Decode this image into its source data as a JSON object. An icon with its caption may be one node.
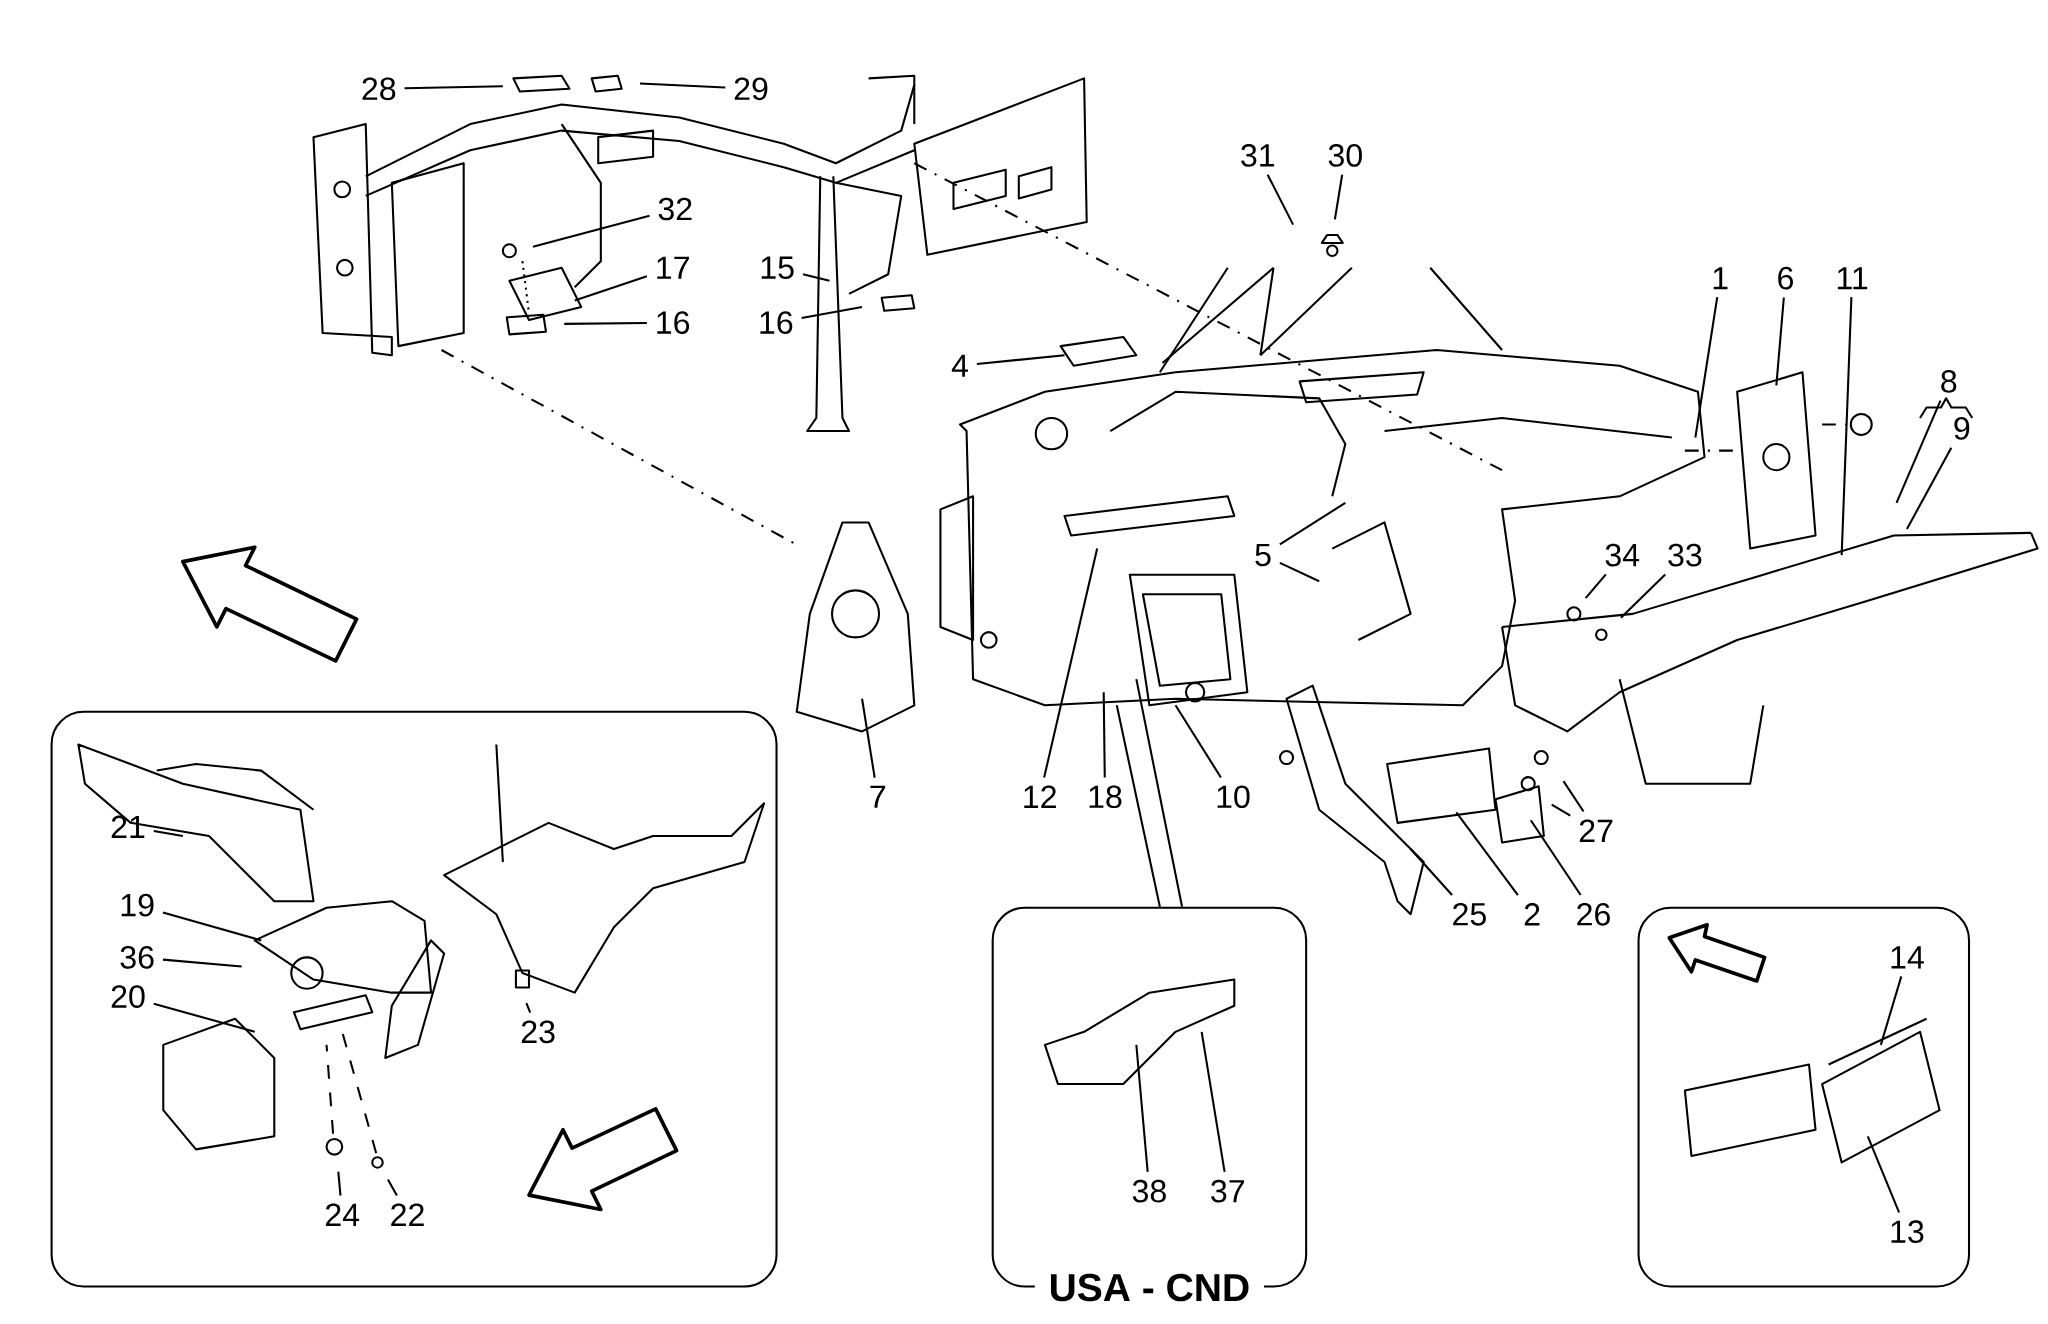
{
  "diagram": {
    "nodes": [
      {
        "text": [
          "28"
        ]
      },
      {
        "text": [
          "29"
        ]
      },
      {
        "text": [
          "31"
        ]
      },
      {
        "text": [
          "30"
        ]
      },
      {
        "text": [
          "32"
        ]
      },
      {
        "text": [
          "15"
        ]
      },
      {
        "text": [
          "17"
        ]
      },
      {
        "text": [
          "1"
        ]
      },
      {
        "text": [
          "6"
        ]
      },
      {
        "text": [
          "11"
        ]
      },
      {
        "text": [
          "16"
        ]
      },
      {
        "text": [
          "16"
        ]
      },
      {
        "text": [
          "4"
        ]
      },
      {
        "text": [
          "8"
        ]
      },
      {
        "text": [
          "9"
        ]
      },
      {
        "text": [
          "5"
        ]
      },
      {
        "text": [
          "34"
        ]
      },
      {
        "text": [
          "33"
        ]
      },
      {
        "text": [],
        "shape": "box"
      },
      {
        "text": [
          "21"
        ],
        "in": 18
      },
      {
        "text": [
          "12"
        ]
      },
      {
        "text": [
          "18"
        ]
      },
      {
        "text": [
          "7"
        ]
      },
      {
        "text": [
          "10"
        ]
      },
      {
        "text": [
          "27"
        ]
      },
      {
        "text": [
          "19"
        ],
        "in": 18
      },
      {
        "text": [
          "36"
        ],
        "in": 18
      },
      {
        "text": [
          "20"
        ],
        "in": 18
      },
      {
        "text": [
          "23"
        ],
        "in": 18
      },
      {
        "text": [
          "25"
        ]
      },
      {
        "text": [
          "2"
        ]
      },
      {
        "text": [
          "26"
        ]
      },
      {
        "text": [
          "USA - CND"
        ]
      },
      {
        "text": [],
        "shape": "box"
      },
      {
        "text": [
          "14"
        ],
        "in": 33
      },
      {
        "text": [
          "38"
        ],
        "in": 32
      },
      {
        "text": [
          "37"
        ],
        "in": 32
      },
      {
        "text": [
          "13"
        ],
        "in": 33
      },
      {
        "text": [
          "24"
        ],
        "in": 18
      },
      {
        "text": [
          "22"
        ],
        "in": 18
      }
    ],
    "edges": [
      {
        "from": 0,
        "to": null,
        "arrow": "none"
      },
      {
        "from": 1,
        "to": null,
        "arrow": "none"
      },
      {
        "from": 2,
        "to": null,
        "arrow": "none"
      },
      {
        "from": 3,
        "to": null,
        "arrow": "none"
      },
      {
        "from": 4,
        "to": null,
        "arrow": "none"
      },
      {
        "from": 5,
        "to": null,
        "arrow": "none"
      },
      {
        "from": 6,
        "to": null,
        "arrow": "none"
      },
      {
        "from": 7,
        "to": null,
        "arrow": "none"
      },
      {
        "from": 8,
        "to": null,
        "arrow": "none"
      },
      {
        "from": 9,
        "to": null,
        "arrow": "none"
      },
      {
        "from": 10,
        "to": null,
        "arrow": "none"
      },
      {
        "from": 11,
        "to": null,
        "arrow": "none"
      },
      {
        "from": 12,
        "to": null,
        "arrow": "none"
      },
      {
        "from": 13,
        "to": null,
        "arrow": "none"
      },
      {
        "from": 14,
        "to": null,
        "arrow": "none"
      },
      {
        "from": 15,
        "to": null,
        "arrow": "none"
      },
      {
        "from": 15,
        "to": null,
        "arrow": "none"
      },
      {
        "from": 16,
        "to": null,
        "arrow": "none"
      },
      {
        "from": 17,
        "to": null,
        "arrow": "none"
      },
      {
        "from": 19,
        "to": null,
        "arrow": "none"
      },
      {
        "from": 20,
        "to": null,
        "arrow": "none"
      },
      {
        "from": 21,
        "to": null,
        "arrow": "none"
      },
      {
        "from": 22,
        "to": null,
        "arrow": "none"
      },
      {
        "from": 23,
        "to": null,
        "arrow": "none"
      },
      {
        "from": 24,
        "to": null,
        "arrow": "none"
      },
      {
        "from": 24,
        "to": null,
        "arrow": "none"
      },
      {
        "from": 25,
        "to": null,
        "arrow": "none"
      },
      {
        "from": 26,
        "to": null,
        "arrow": "none"
      },
      {
        "from": 27,
        "to": null,
        "arrow": "none"
      },
      {
        "from": 28,
        "to": null,
        "arrow": "none"
      },
      {
        "from": 29,
        "to": null,
        "arrow": "none"
      },
      {
        "from": 30,
        "to": null,
        "arrow": "none"
      },
      {
        "from": 31,
        "to": null,
        "arrow": "none"
      },
      {
        "from": null,
        "to": 32,
        "arrow": "none"
      },
      {
        "from": null,
        "to": 32,
        "arrow": "none"
      },
      {
        "from": 34,
        "to": null,
        "arrow": "none"
      },
      {
        "from": 35,
        "to": null,
        "arrow": "none"
      },
      {
        "from": 36,
        "to": null,
        "arrow": "none"
      },
      {
        "from": 37,
        "to": null,
        "arrow": "none"
      },
      {
        "from": 38,
        "to": null,
        "arrow": "none"
      },
      {
        "from": 39,
        "to": null,
        "arrow": "none"
      }
    ]
  }
}
